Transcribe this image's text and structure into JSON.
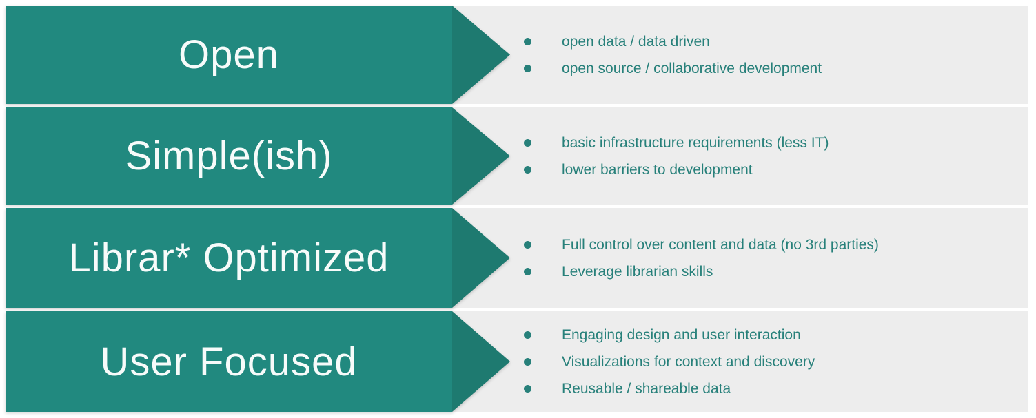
{
  "colors": {
    "page_bg": "#ffffff",
    "panel_bg": "#ededed",
    "arrow_body": "#21897f",
    "arrow_tip": "#1e7a70",
    "bullet_text": "#27807a",
    "label_text": "#f7fbfa"
  },
  "rows": [
    {
      "label": "Open",
      "bullets": [
        "open data / data driven",
        "open source / collaborative development"
      ]
    },
    {
      "label": "Simple(ish)",
      "bullets": [
        "basic infrastructure requirements (less IT)",
        "lower barriers to development"
      ]
    },
    {
      "label": "Librar* Optimized",
      "bullets": [
        "Full control over content and data (no 3rd parties)",
        "Leverage librarian skills"
      ]
    },
    {
      "label": "User Focused",
      "bullets": [
        "Engaging design and user interaction",
        "Visualizations for context and discovery",
        "Reusable / shareable data"
      ]
    }
  ]
}
